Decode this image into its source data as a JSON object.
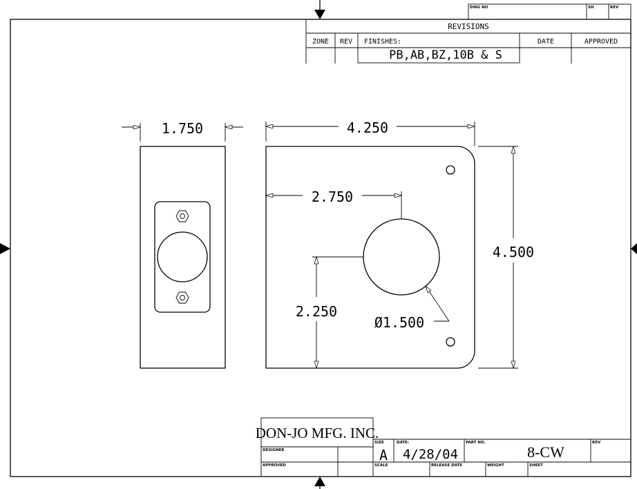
{
  "revision_block": {
    "dwg_no_label": "DWG NO",
    "sh_label": "SH",
    "rev_label": "REV",
    "title": "REVISIONS",
    "columns": [
      "ZONE",
      "REV",
      "FINISHES:",
      "DATE",
      "APPROVED"
    ],
    "finishes_value": "PB,AB,BZ,10B & S"
  },
  "dimensions": {
    "side_width": "1.750",
    "plate_width": "4.250",
    "hole_offset_x": "2.750",
    "plate_height": "4.500",
    "hole_offset_y": "2.250",
    "hole_diameter": "Ø1.500"
  },
  "title_block": {
    "company": "DON-JO MFG. INC.",
    "designer_label": "DESIGNER",
    "approved_label": "APPROVED",
    "size_label": "SIZE",
    "size_value": "A",
    "date_label": "DATE:",
    "date_value": "4/28/04",
    "part_no_label": "PART NO.",
    "part_no_value": "8-CW",
    "rev_label": "REV",
    "scale_label": "SCALE",
    "release_date_label": "RELEASE DATE",
    "weight_label": "WEIGHT",
    "sheet_label": "SHEET"
  }
}
